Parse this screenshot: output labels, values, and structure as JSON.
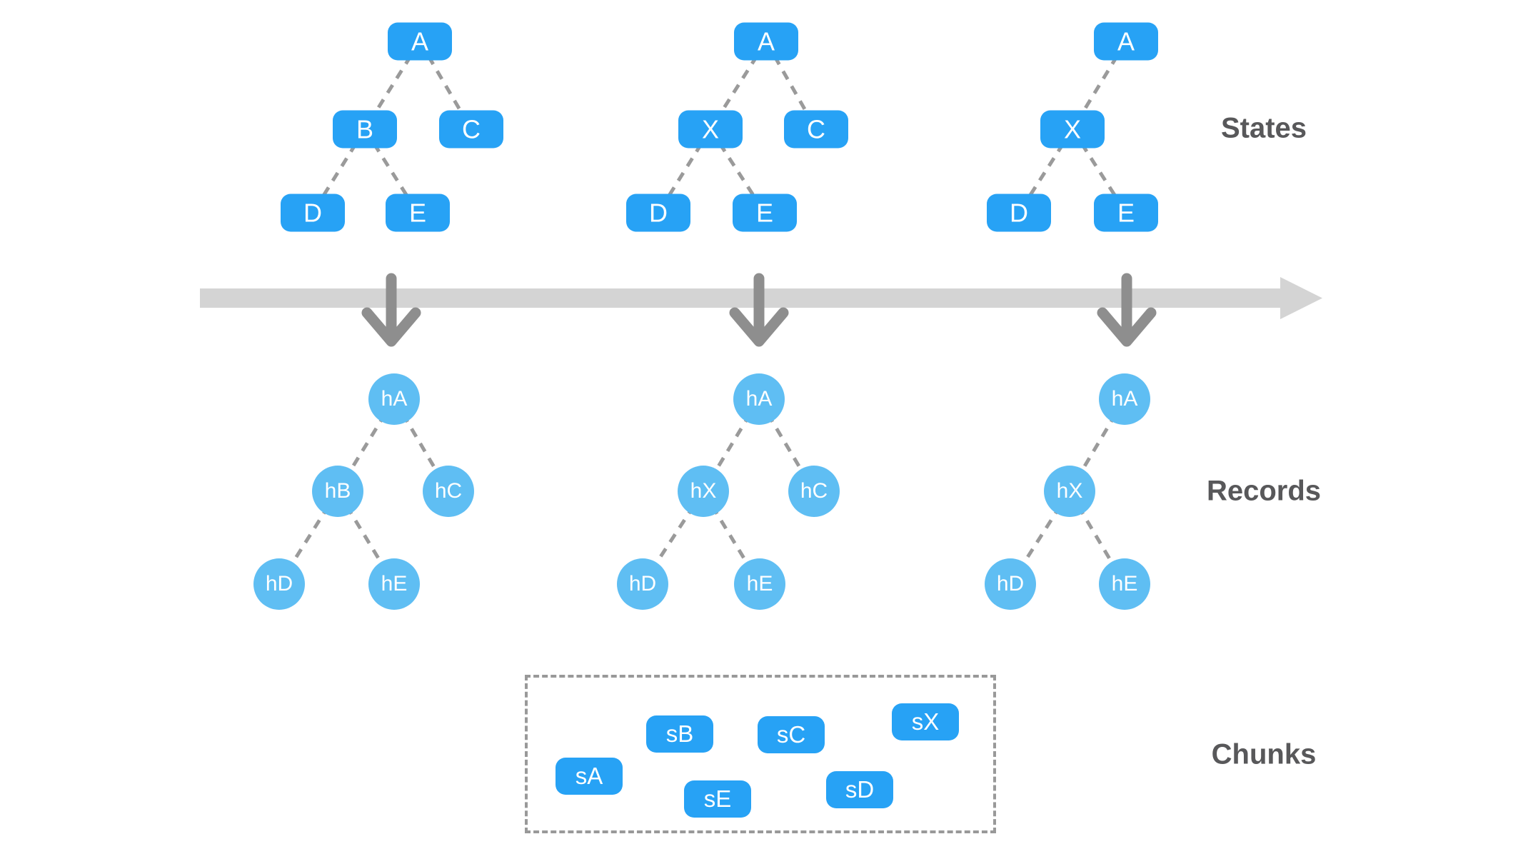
{
  "sections": {
    "states": "States",
    "records": "Records",
    "chunks": "Chunks"
  },
  "state_trees": [
    {
      "nodes": [
        {
          "label": "A"
        },
        {
          "label": "B"
        },
        {
          "label": "C"
        },
        {
          "label": "D"
        },
        {
          "label": "E"
        }
      ]
    },
    {
      "nodes": [
        {
          "label": "A"
        },
        {
          "label": "X"
        },
        {
          "label": "C"
        },
        {
          "label": "D"
        },
        {
          "label": "E"
        }
      ]
    },
    {
      "nodes": [
        {
          "label": "A"
        },
        {
          "label": "X"
        },
        {
          "label": "D"
        },
        {
          "label": "E"
        }
      ]
    }
  ],
  "record_trees": [
    {
      "nodes": [
        {
          "label": "hA"
        },
        {
          "label": "hB"
        },
        {
          "label": "hC"
        },
        {
          "label": "hD"
        },
        {
          "label": "hE"
        }
      ]
    },
    {
      "nodes": [
        {
          "label": "hA"
        },
        {
          "label": "hX"
        },
        {
          "label": "hC"
        },
        {
          "label": "hD"
        },
        {
          "label": "hE"
        }
      ]
    },
    {
      "nodes": [
        {
          "label": "hA"
        },
        {
          "label": "hX"
        },
        {
          "label": "hD"
        },
        {
          "label": "hE"
        }
      ]
    }
  ],
  "chunks": {
    "items": [
      {
        "label": "sA"
      },
      {
        "label": "sB"
      },
      {
        "label": "sC"
      },
      {
        "label": "sE"
      },
      {
        "label": "sD"
      },
      {
        "label": "sX"
      }
    ]
  },
  "colors": {
    "state_node": "#27A2F5",
    "record_node": "#5FBEF3",
    "chunk_node": "#27A2F5",
    "edge": "#9A9A9A",
    "timeline": "#D4D4D4",
    "arrow": "#8E8E8E",
    "label": "#58585A"
  }
}
